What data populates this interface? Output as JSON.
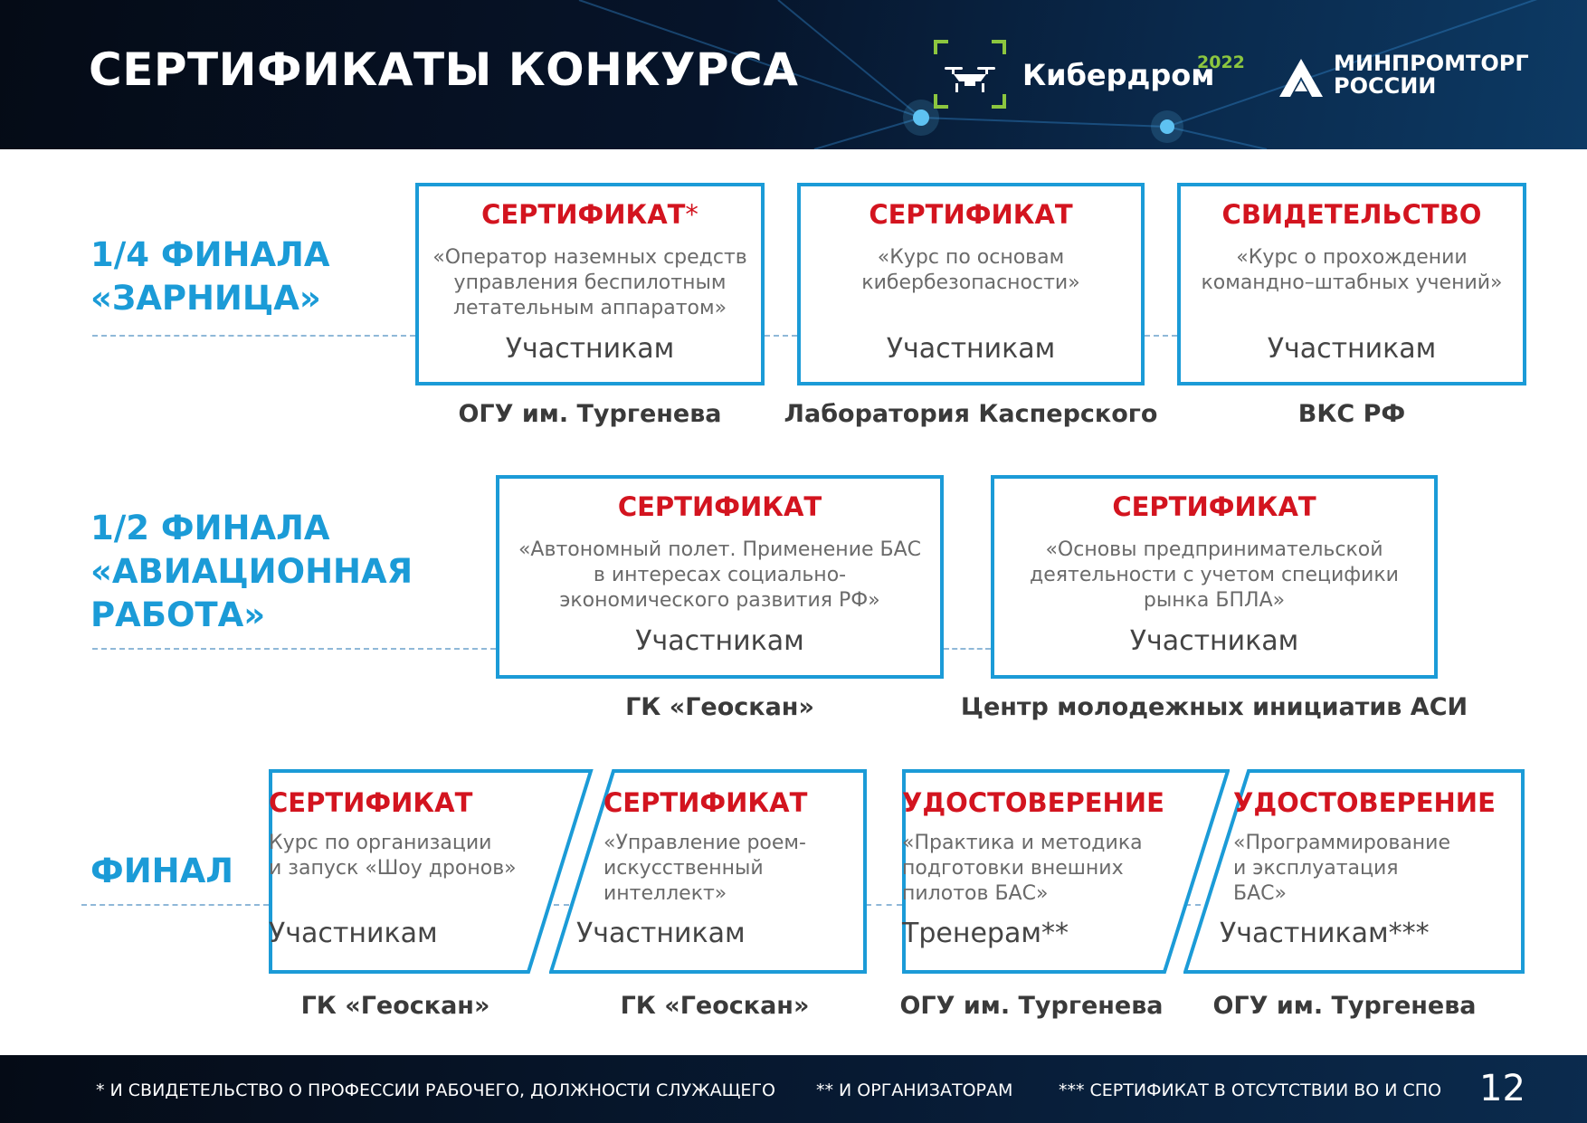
{
  "header": {
    "title": "СЕРТИФИКАТЫ КОНКУРСА",
    "brand": {
      "name": "Кибердром",
      "year": "2022",
      "icon": "drone-icon"
    },
    "ministry": {
      "name": "МИНПРОМТОРГ РОССИИ",
      "icon": "ministry-logo-icon"
    }
  },
  "colors": {
    "accent": "#1b9bd7",
    "title_red": "#d3141f",
    "brand_green": "#8cc63f",
    "dark_bg": "#06142a"
  },
  "stages": [
    {
      "label": "1/4 ФИНАЛА\n«ЗАРНИЦА»",
      "cards": [
        {
          "type": "СЕРТИФИКАТ",
          "type_suffix": "*",
          "description": "«Оператор наземных средств\nуправления беспилотным\nлетательным аппаратом»",
          "audience": "Участникам",
          "org": "ОГУ им. Тургенева"
        },
        {
          "type": "СЕРТИФИКАТ",
          "type_suffix": "",
          "description": "«Курс по основам\nкибербезопасности»",
          "audience": "Участникам",
          "org": "Лаборатория Касперского"
        },
        {
          "type": "СВИДЕТЕЛЬСТВО",
          "type_suffix": "",
          "description": "«Курс о прохождении\nкомандно–штабных учений»",
          "audience": "Участникам",
          "org": "ВКС РФ"
        }
      ]
    },
    {
      "label": "1/2 ФИНАЛА\n«АВИАЦИОННАЯ\nРАБОТА»",
      "cards": [
        {
          "type": "СЕРТИФИКАТ",
          "description": "«Автономный полет. Применение БАС\nв интересах социально-\nэкономического развития РФ»",
          "audience": "Участникам",
          "org": "ГК «Геоскан»"
        },
        {
          "type": "СЕРТИФИКАТ",
          "description": "«Основы предпринимательской\nдеятельности с учетом специфики\nрынка БПЛА»",
          "audience": "Участникам",
          "org": "Центр молодежных инициатив АСИ"
        }
      ]
    },
    {
      "label": "ФИНАЛ",
      "cards": [
        {
          "type": "СЕРТИФИКАТ",
          "description": "Курс по организации\nи запуск «Шоу дронов»",
          "audience": "Участникам",
          "org": "ГК «Геоскан»"
        },
        {
          "type": "СЕРТИФИКАТ",
          "description": "«Управление роем-\nискусственный\nинтеллект»",
          "audience": "Участникам",
          "org": "ГК «Геоскан»"
        },
        {
          "type": "УДОСТОВЕРЕНИЕ",
          "description": "«Практика и методика\nподготовки внешних\nпилотов БАС»",
          "audience": "Тренерам**",
          "org": "ОГУ им. Тургенева"
        },
        {
          "type": "УДОСТОВЕРЕНИЕ",
          "description": "«Программирование\nи эксплуатация\nБАС»",
          "audience": "Участникам***",
          "org": "ОГУ им. Тургенева"
        }
      ]
    }
  ],
  "footer": {
    "notes": [
      "* И СВИДЕТЕЛЬСТВО О ПРОФЕССИИ РАБОЧЕГО, ДОЛЖНОСТИ СЛУЖАЩЕГО",
      "** И ОРГАНИЗАТОРАМ",
      "*** СЕРТИФИКАТ В ОТСУТСТВИИ ВО И СПО"
    ],
    "page_number": "12"
  }
}
